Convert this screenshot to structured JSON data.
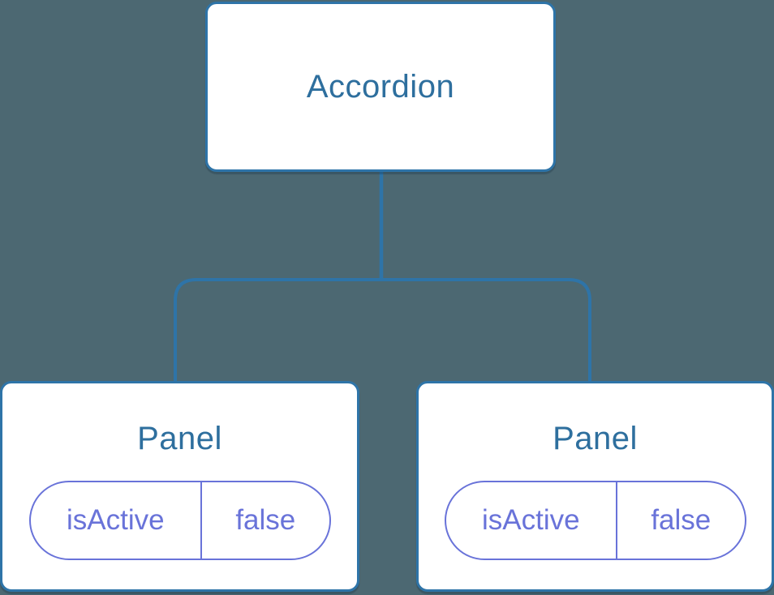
{
  "diagram": {
    "type": "component-tree",
    "root": {
      "label": "Accordion"
    },
    "children": [
      {
        "label": "Panel",
        "state": {
          "name": "isActive",
          "value": "false"
        }
      },
      {
        "label": "Panel",
        "state": {
          "name": "isActive",
          "value": "false"
        }
      }
    ]
  },
  "colors": {
    "canvas_bg": "#4C6872",
    "node_fill": "#FFFFFF",
    "node_border": "#2E74A8",
    "connector": "#2E74A8",
    "node_title": "#2E6F9E",
    "state_accent": "#6973D9"
  }
}
